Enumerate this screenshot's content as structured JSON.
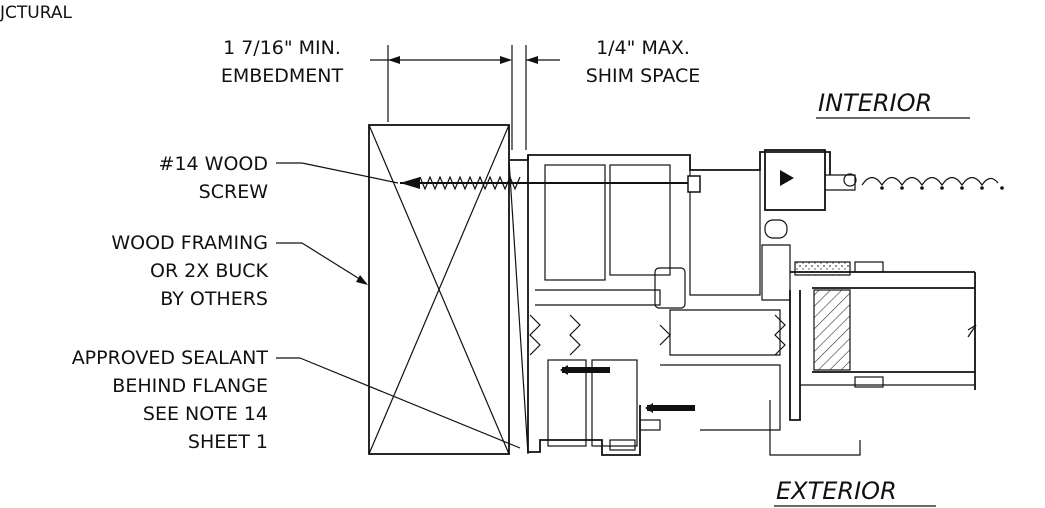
{
  "header": {
    "truncated_title": "JCTURAL"
  },
  "dimensions": {
    "embedment": {
      "line1": "1 7/16\" MIN.",
      "line2": "EMBEDMENT"
    },
    "shim": {
      "line1": "1/4\" MAX.",
      "line2": "SHIM SPACE"
    }
  },
  "sides": {
    "interior": "INTERIOR",
    "exterior": "EXTERIOR"
  },
  "callouts": {
    "screw": [
      "#14 WOOD",
      "SCREW"
    ],
    "framing": [
      "WOOD FRAMING",
      "OR 2X BUCK",
      "BY OTHERS"
    ],
    "sealant": [
      "APPROVED SEALANT",
      "BEHIND FLANGE",
      "SEE NOTE 14",
      "SHEET 1"
    ]
  }
}
